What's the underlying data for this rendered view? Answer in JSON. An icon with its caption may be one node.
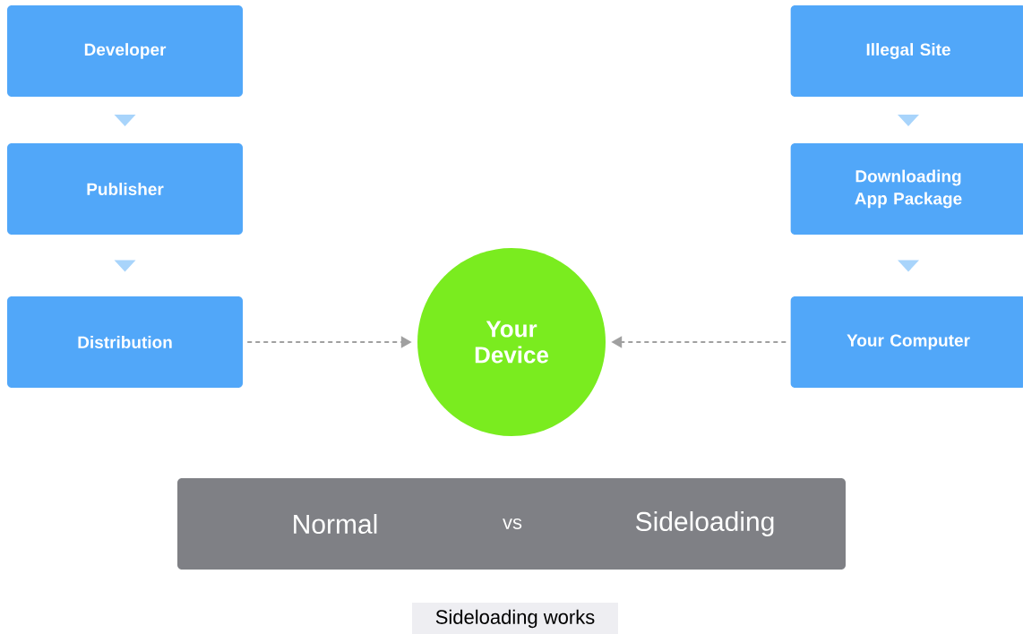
{
  "diagram": {
    "caption": "Sideloading works",
    "nodes": [
      {
        "text": [
          "Developer"
        ]
      },
      {
        "text": [
          "Publisher"
        ]
      },
      {
        "text": [
          "Distribution"
        ]
      },
      {
        "text": [
          "Your Device"
        ]
      },
      {
        "text": [
          "Illegal Site"
        ]
      },
      {
        "text": [
          "Downloading App Package"
        ]
      },
      {
        "text": [
          "Your Computer"
        ]
      },
      {
        "text": [
          "Normal",
          "vs",
          "Sideloading"
        ]
      }
    ],
    "edges": [
      {
        "from": 0,
        "to": 1,
        "arrow": "to"
      },
      {
        "from": 1,
        "to": 2,
        "arrow": "to"
      },
      {
        "from": 2,
        "to": 3,
        "arrow": "to",
        "style": "dashed",
        "color": "#a0a0a0"
      },
      {
        "from": 4,
        "to": 5,
        "arrow": "to"
      },
      {
        "from": 5,
        "to": 6,
        "arrow": "to"
      },
      {
        "from": 6,
        "to": 3,
        "arrow": "to",
        "style": "dashed",
        "color": "#a0a0a0"
      }
    ]
  }
}
